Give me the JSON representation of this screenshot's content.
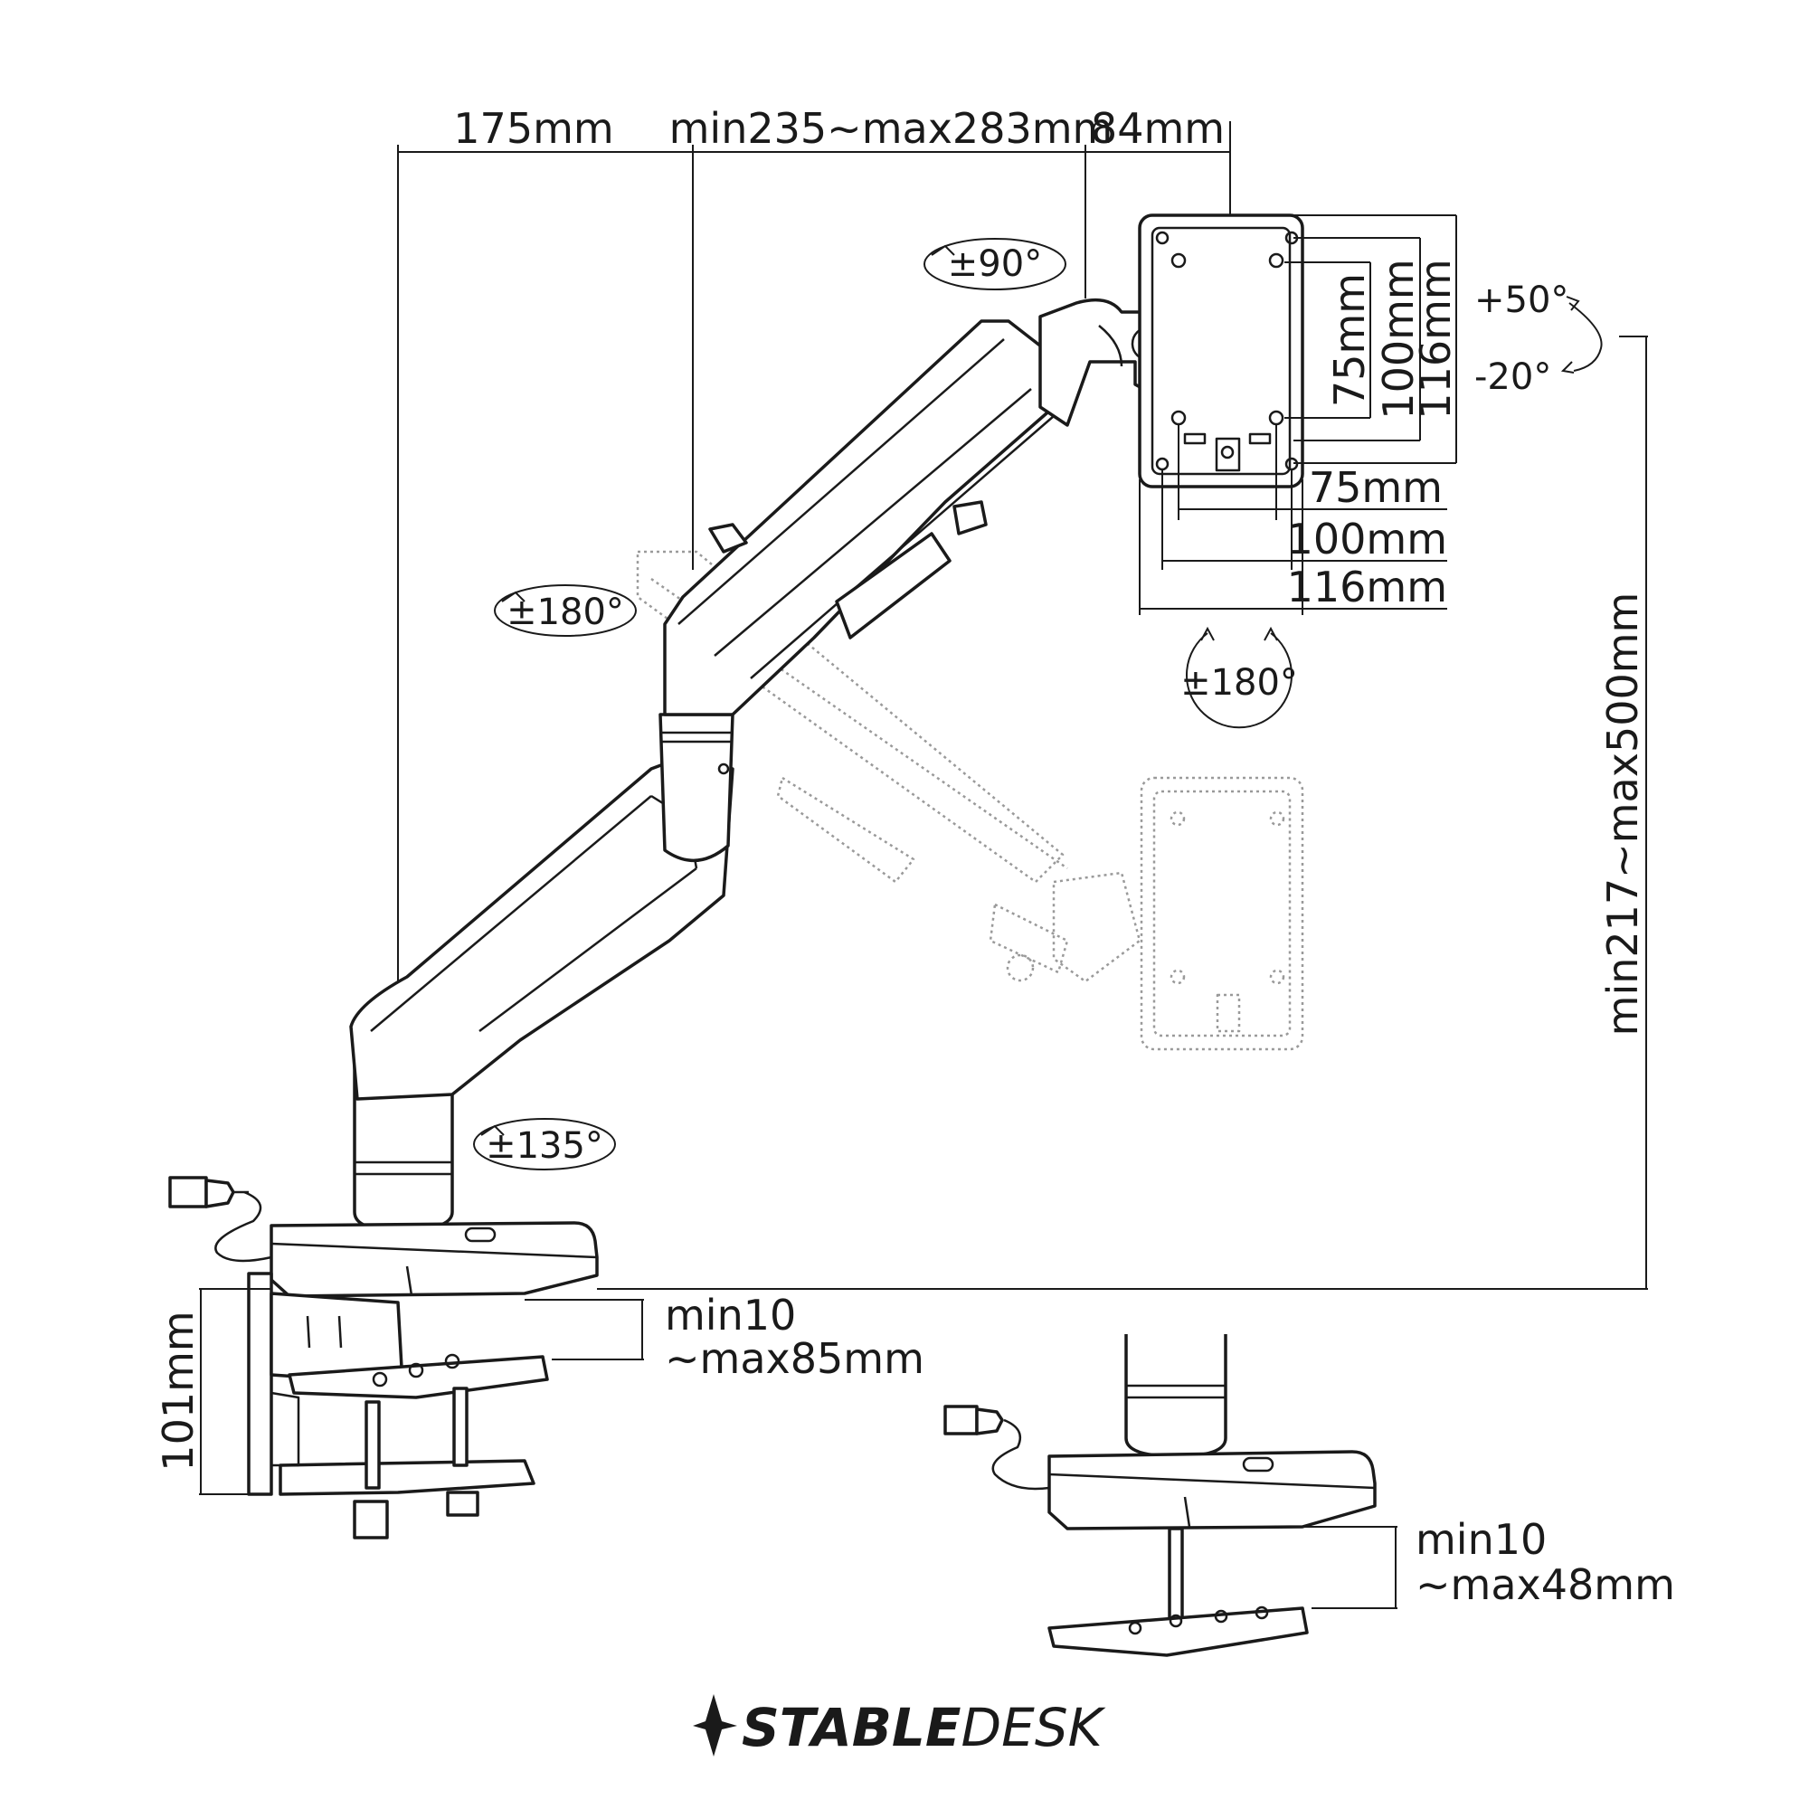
{
  "labels": {
    "arm_reach": "175mm",
    "forearm_range": "min235~max283mm",
    "head_offset": "84mm",
    "tilt_up": "+50°",
    "tilt_down": "-20°",
    "vesa_75_v": "75mm",
    "vesa_100_v": "100mm",
    "plate_116_v": "116mm",
    "vesa_75_h": "75mm",
    "vesa_100_h": "100mm",
    "plate_116_h": "116mm",
    "height_range": "min217~max500mm",
    "clamp_height": "101mm",
    "clamp_range_1": "min10",
    "clamp_range_2": "~max85mm",
    "grommet_range_1": "min10",
    "grommet_range_2": "~max48mm"
  },
  "rotations": {
    "head_swivel": "±90°",
    "elbow_rotation": "±180°",
    "screen_rotation": "±180°",
    "base_rotation": "±135°"
  },
  "brand": {
    "part1": "STABLE",
    "part2": "DESK"
  }
}
